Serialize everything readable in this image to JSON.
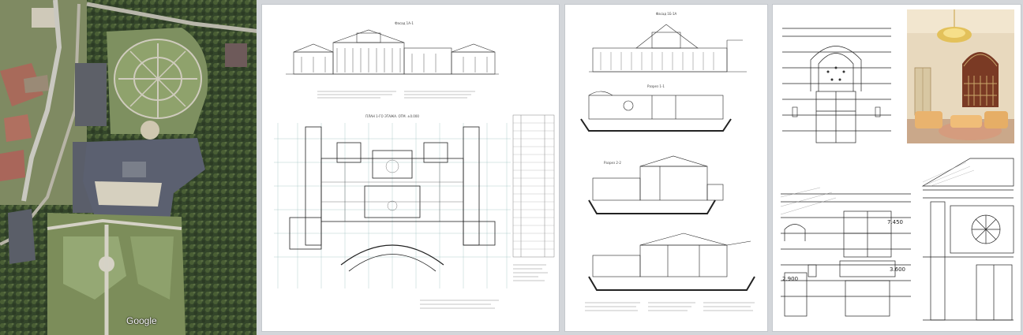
{
  "satellite": {
    "attribution": "Google",
    "colors": {
      "forest": "#3f5030",
      "lawn": "#8c9e6a",
      "path": "#b7b4a6",
      "roof": "#5a5e6a"
    }
  },
  "drawings": {
    "sheet1": {
      "facade_title": "Фасад 1А-1",
      "plan_title": "ПЛАН 1-ГО ЭТАЖА. ОТМ. ±0.000"
    },
    "sheet2": {
      "facade_title": "Фасад 1Б-1А",
      "section1_title": "Разрез 1-1",
      "section2_title": "Разрез 2-2"
    },
    "sheet3": {
      "dim_upper": "7.450",
      "dim_left": "2.900",
      "dim_right": "3.600"
    }
  }
}
